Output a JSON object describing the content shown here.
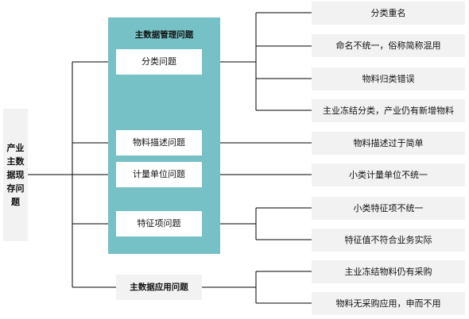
{
  "root": {
    "label": "产业主数据现存问题",
    "lines": [
      "产业",
      "主数",
      "据现",
      "存问",
      "题"
    ]
  },
  "management_group": {
    "title": "主数据管理问题",
    "categories": [
      {
        "label": "分类问题",
        "details": [
          "分类重名",
          "命名不统一，俗称简称混用",
          "物料归类错误",
          "主业冻结分类，产业仍有新增物料"
        ]
      },
      {
        "label": "物料描述问题",
        "details": [
          "物料描述过于简单"
        ]
      },
      {
        "label": "计量单位问题",
        "details": [
          "小类计量单位不统一"
        ]
      },
      {
        "label": "特征项问题",
        "details": [
          "小类特征项不统一",
          "特征值不符合业务实际"
        ]
      }
    ]
  },
  "application_group": {
    "label": "主数据应用问题",
    "details": [
      "主业冻结物料仍有采购",
      "物料无采购应用，申而不用"
    ]
  },
  "colors": {
    "panel": "#76c1c6",
    "box": "#f2f2f2",
    "line": "#000000"
  }
}
